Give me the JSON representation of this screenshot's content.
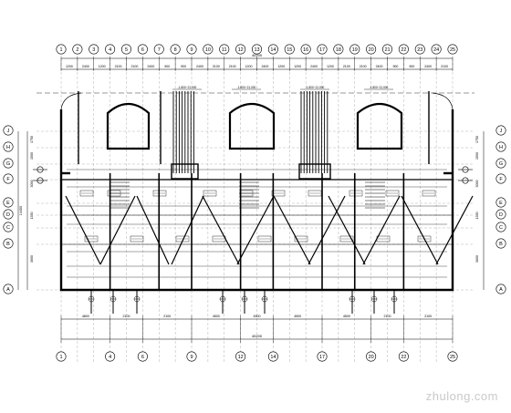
{
  "plan": {
    "top_axis_labels": [
      "1",
      "2",
      "3",
      "4",
      "5",
      "6",
      "7",
      "8",
      "9",
      "10",
      "11",
      "12",
      "13",
      "14",
      "15",
      "16",
      "17",
      "18",
      "19",
      "20",
      "21",
      "22",
      "23",
      "24",
      "25"
    ],
    "bottom_axis_labels": [
      "1",
      "4",
      "6",
      "9",
      "12",
      "14",
      "17",
      "20",
      "22",
      "25"
    ],
    "left_axis_labels": [
      "J",
      "H",
      "G",
      "F",
      "E",
      "D",
      "C",
      "B",
      "A"
    ],
    "right_axis_labels": [
      "J",
      "H",
      "G",
      "F",
      "E",
      "D",
      "C",
      "B",
      "A"
    ],
    "top_total_dim": "40200",
    "top_segment_dims": [
      "1200",
      "2400",
      "1200",
      "2100",
      "2100",
      "2400",
      "900",
      "900",
      "2400",
      "2100",
      "2100",
      "1200",
      "2400",
      "1200",
      "1200",
      "2400",
      "1200",
      "2100",
      "2100",
      "2400",
      "900",
      "900",
      "2400",
      "2100",
      "1200"
    ],
    "bottom_segment_dims": [
      "4800",
      "2100",
      "2100",
      "4500",
      "4500",
      "4500",
      "4500",
      "2100",
      "2100",
      "4800"
    ],
    "bottom_total_dim": "40200",
    "left_dims": [
      "1750",
      "1500",
      "3000",
      "1350",
      "3600"
    ],
    "left_total_dim": "14400",
    "right_dims": [
      "1750",
      "1500",
      "3000",
      "1350",
      "3600"
    ],
    "elevation_tag": "-1.800~21.000"
  },
  "watermark": "zhulong.com"
}
